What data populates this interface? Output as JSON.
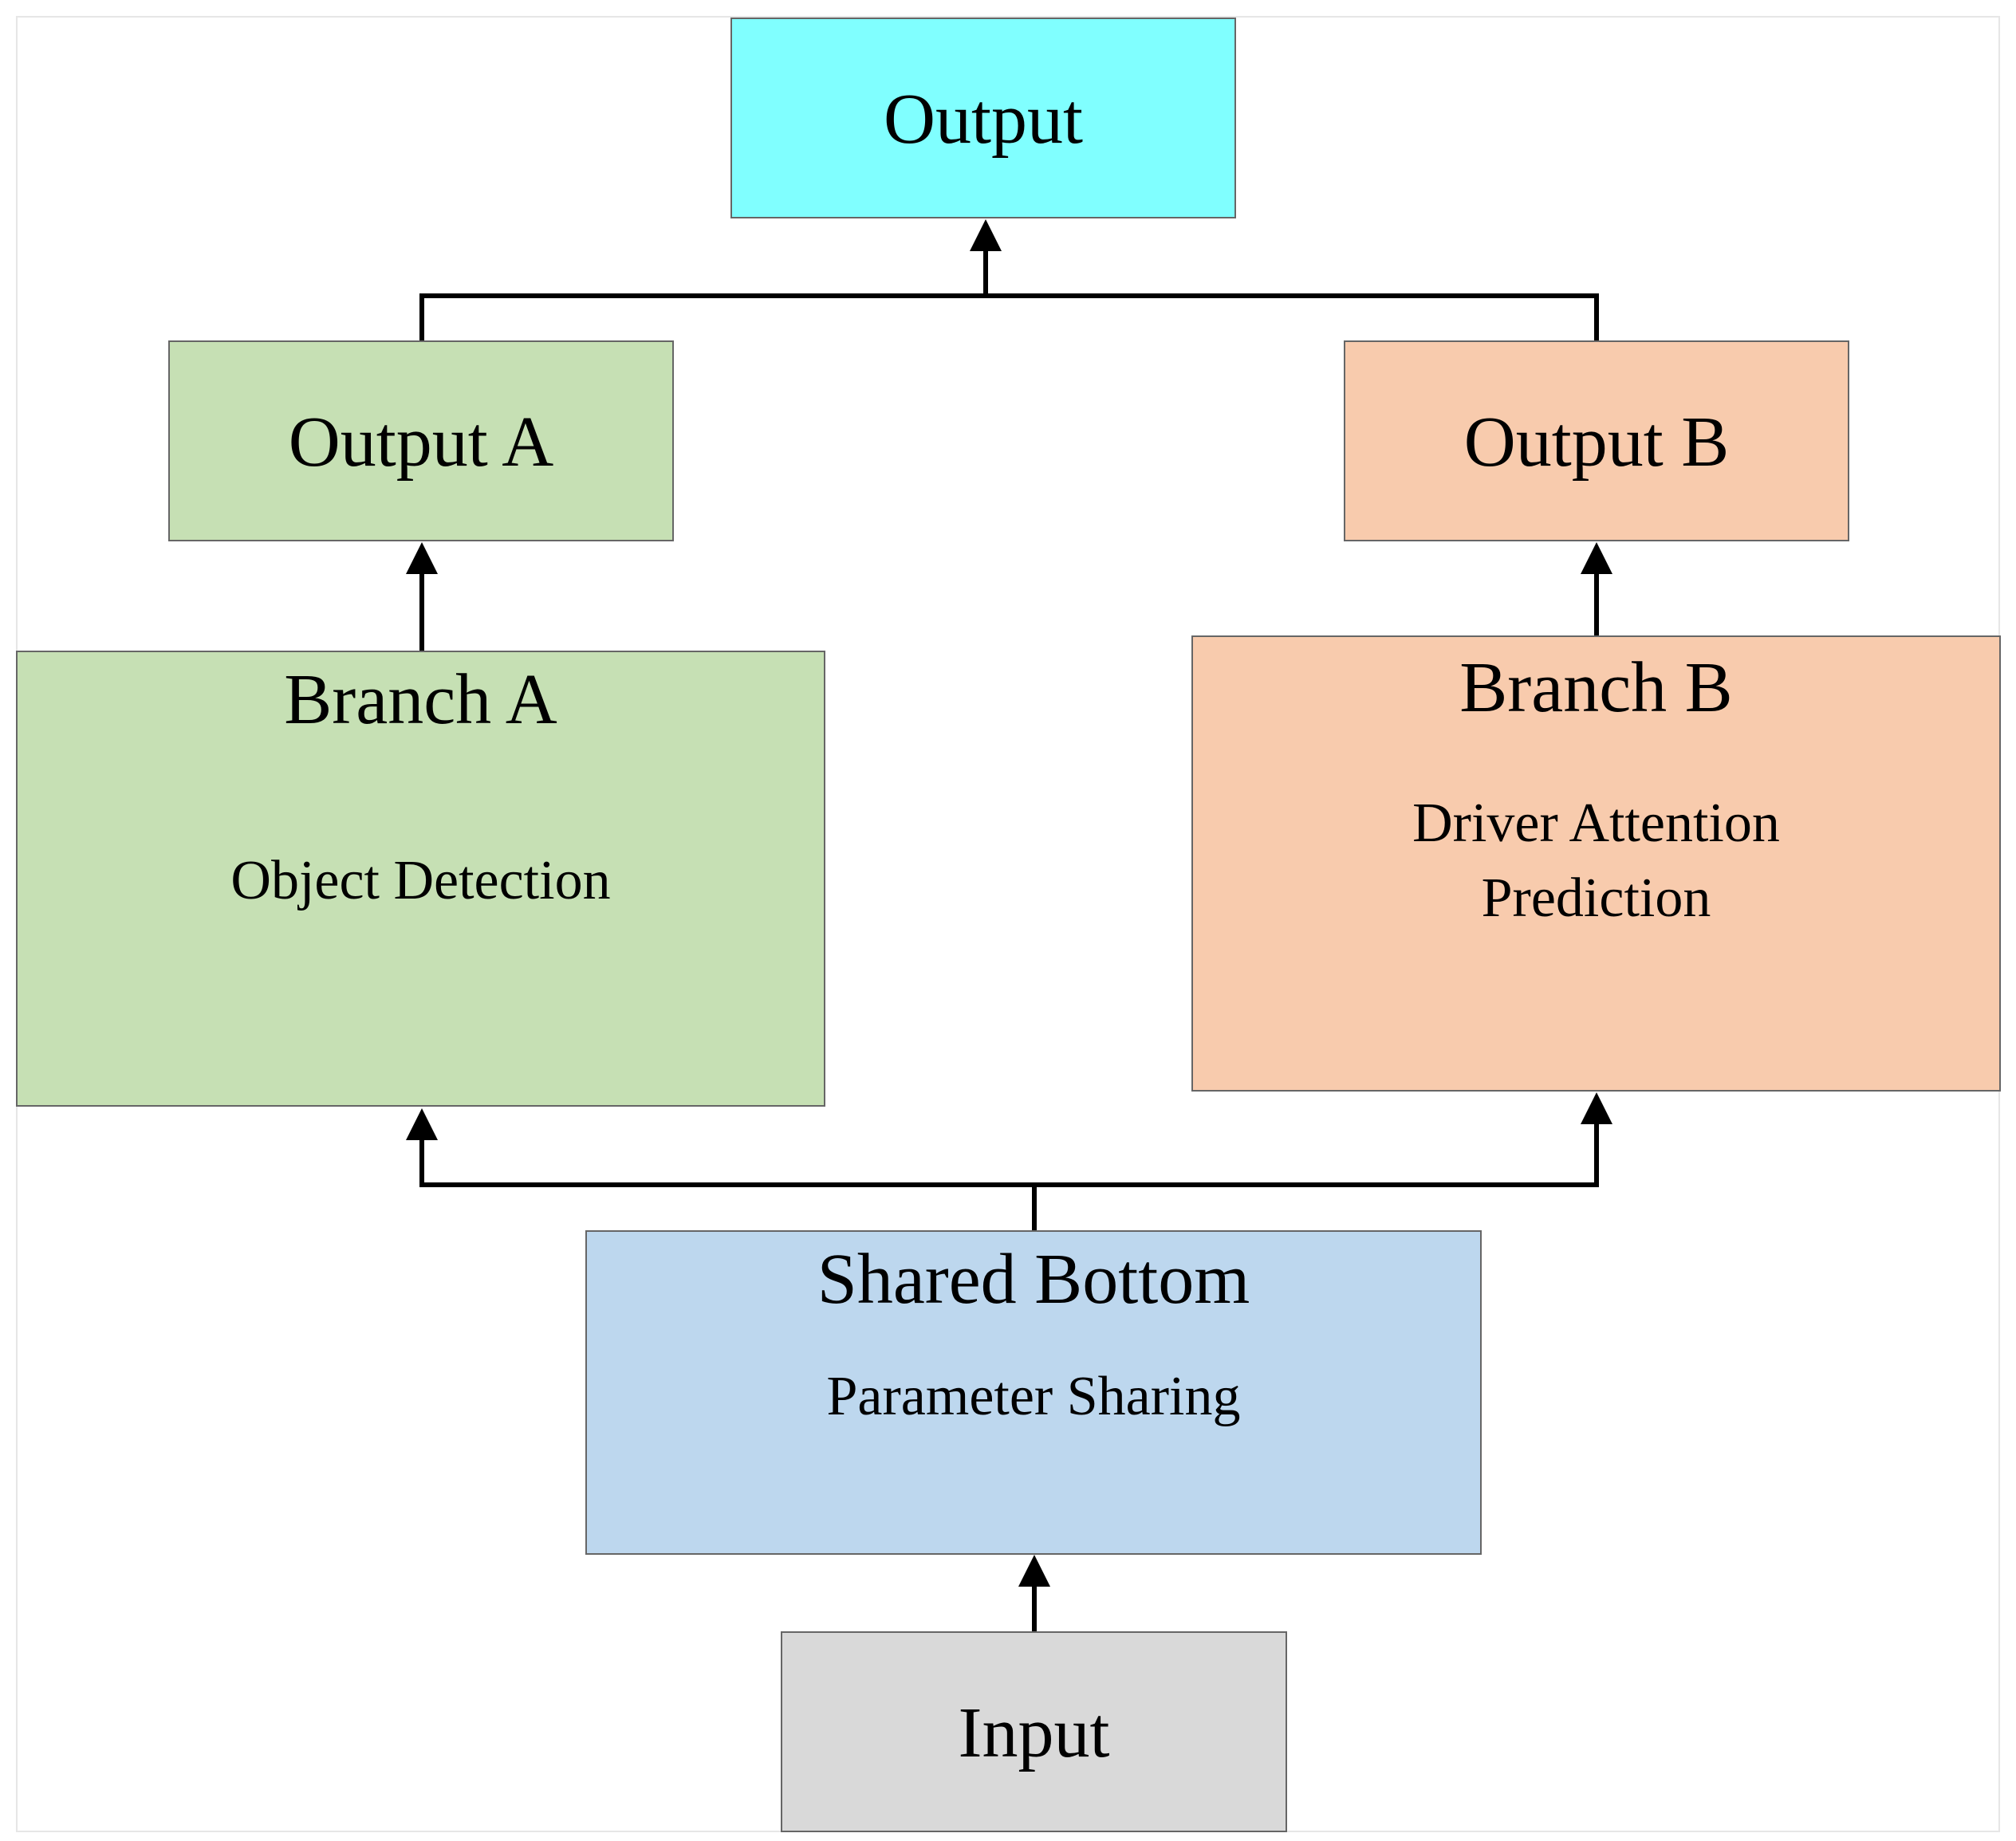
{
  "colors": {
    "output": "#80ffff",
    "output_a": "#c6e0b4",
    "output_b": "#f8cbad",
    "branch_a": "#c6e0b4",
    "branch_b": "#f8cbad",
    "shared_bottom": "#bdd7ee",
    "input": "#d9d9d9",
    "arrows": "#000000"
  },
  "nodes": {
    "output": {
      "title": "Output"
    },
    "output_a": {
      "title": "Output A"
    },
    "output_b": {
      "title": "Output B"
    },
    "branch_a": {
      "title": "Branch A",
      "subtitle": "Object Detection"
    },
    "branch_b": {
      "title": "Branch B",
      "subtitle_line1": "Driver Attention",
      "subtitle_line2": "Prediction"
    },
    "shared_bottom": {
      "title": "Shared Bottom",
      "subtitle": "Parameter Sharing"
    },
    "input": {
      "title": "Input"
    }
  },
  "edges": [
    {
      "from": "input",
      "to": "shared_bottom"
    },
    {
      "from": "shared_bottom",
      "to": "branch_a"
    },
    {
      "from": "shared_bottom",
      "to": "branch_b"
    },
    {
      "from": "branch_a",
      "to": "output_a"
    },
    {
      "from": "branch_b",
      "to": "output_b"
    },
    {
      "from": "output_a",
      "to": "output"
    },
    {
      "from": "output_b",
      "to": "output"
    }
  ]
}
